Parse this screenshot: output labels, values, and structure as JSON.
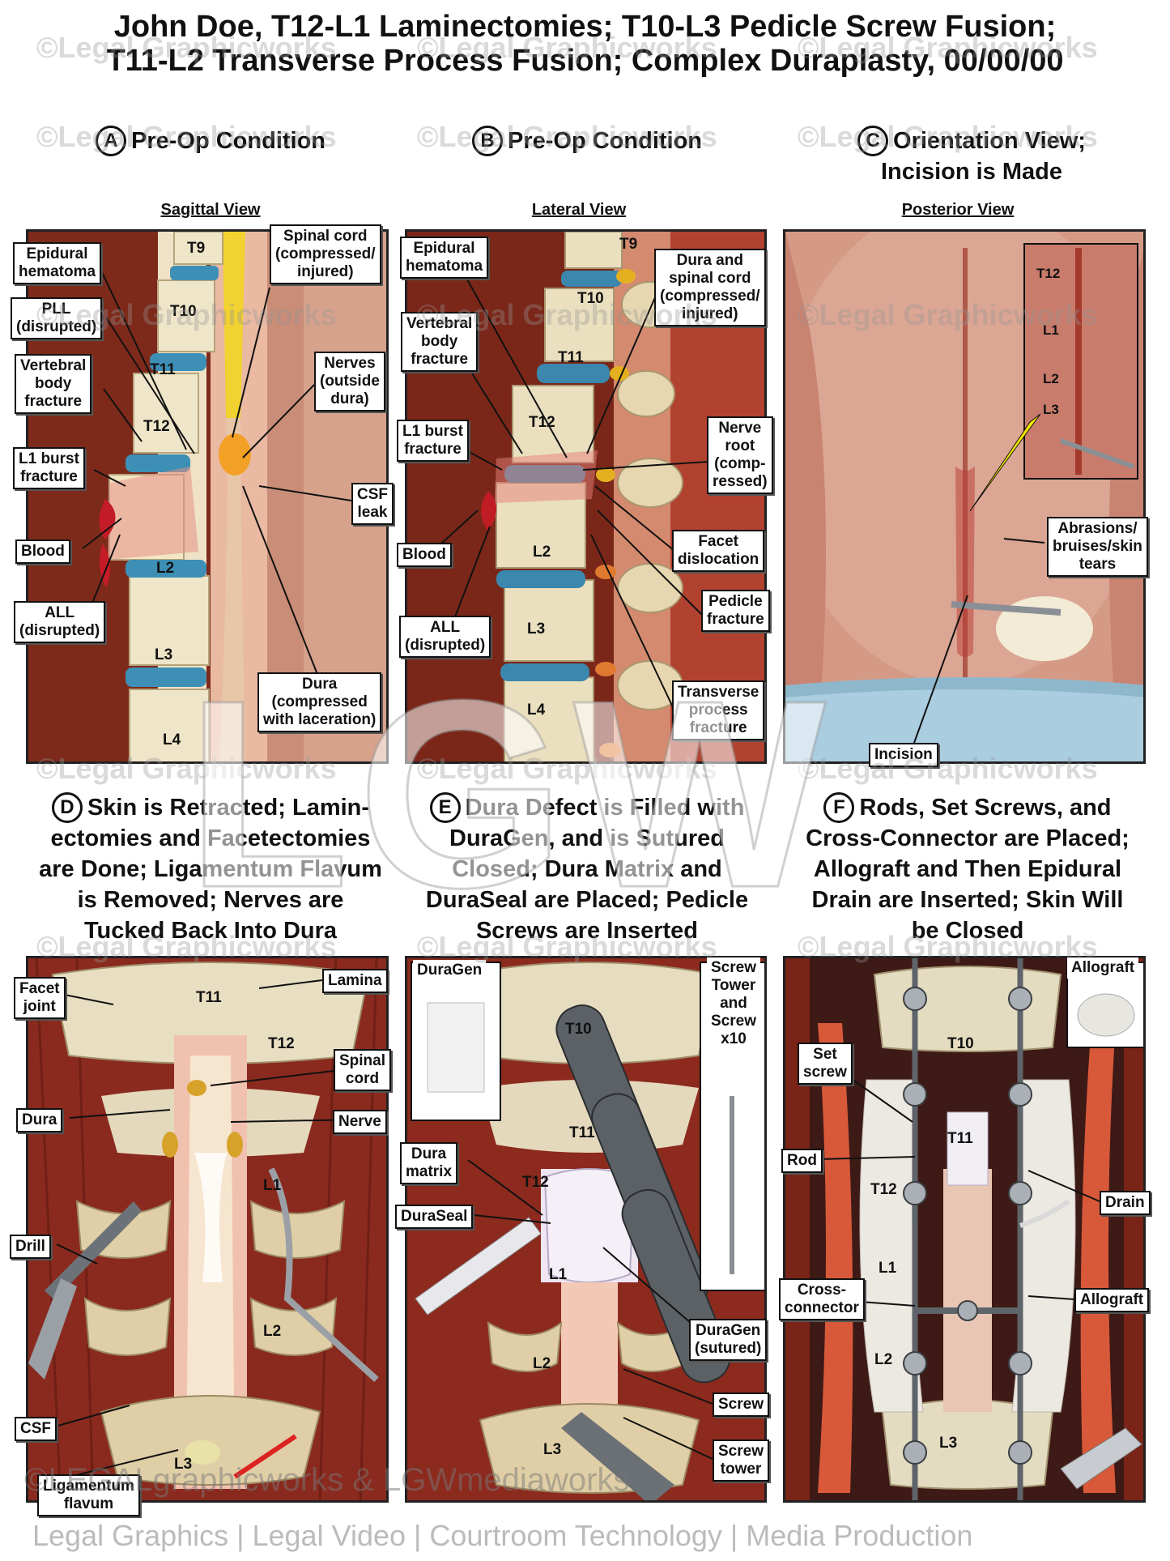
{
  "title": {
    "line1": "John Doe, T12-L1 Laminectomies; T10-L3 Pedicle Screw Fusion;",
    "line2": "T11-L2 Transverse Process Fusion; Complex Duraplasty, 00/00/00"
  },
  "watermark": {
    "text": "©Legal Graphicworks",
    "big": "LGW",
    "footer1": "©LEGALgraphicworks & LGWmediaworks",
    "footer2": "Legal Graphics | Legal Video | Courtroom Technology | Media Production"
  },
  "panels": {
    "a": {
      "letter": "A",
      "heading": "Pre-Op Condition",
      "view": "Sagittal View",
      "labels": {
        "epidural": "Epidural\nhematoma",
        "pll": "PLL\n(disrupted)",
        "vbf": "Vertebral\nbody\nfracture",
        "l1burst": "L1 burst\nfracture",
        "blood": "Blood",
        "all": "ALL\n(disrupted)",
        "spinalcord": "Spinal cord\n(compressed/\ninjured)",
        "nerves": "Nerves\n(outside\ndura)",
        "csf": "CSF\nleak",
        "dura": "Dura\n(compressed\nwith laceration)"
      },
      "vertebrae": [
        "T9",
        "T10",
        "T11",
        "T12",
        "L2",
        "L3",
        "L4"
      ]
    },
    "b": {
      "letter": "B",
      "heading": "Pre-Op Condition",
      "view": "Lateral View",
      "labels": {
        "epidural": "Epidural\nhematoma",
        "vbf": "Vertebral\nbody\nfracture",
        "l1burst": "L1 burst\nfracture",
        "blood": "Blood",
        "all": "ALL\n(disrupted)",
        "duracord": "Dura and\nspinal cord\n(compressed/\ninjured)",
        "nerveroot": "Nerve\nroot\n(comp-\nressed)",
        "facet": "Facet\ndislocation",
        "pedicle": "Pedicle\nfracture",
        "tp": "Transverse\nprocess\nfracture"
      },
      "vertebrae": [
        "T9",
        "T10",
        "T11",
        "T12",
        "L2",
        "L3",
        "L4"
      ]
    },
    "c": {
      "letter": "C",
      "heading": "Orientation View;",
      "heading2": "Incision is Made",
      "view": "Posterior View",
      "labels": {
        "abrasions": "Abrasions/\nbruises/skin\ntears",
        "incision": "Incision"
      },
      "inset": [
        "T12",
        "L1",
        "L2",
        "L3"
      ]
    },
    "d": {
      "letter": "D",
      "heading_lines": [
        "Skin is Retracted; Lamin-",
        "ectomies and Facetectomies",
        "are Done; Ligamentum Flavum",
        "is Removed; Nerves are",
        "Tucked Back Into Dura"
      ],
      "labels": {
        "facet": "Facet\njoint",
        "lamina": "Lamina",
        "spinalcord": "Spinal\ncord",
        "dura": "Dura",
        "nerve": "Nerve",
        "drill": "Drill",
        "csf": "CSF",
        "lig": "Ligamentum\nflavum"
      },
      "vertebrae": [
        "T11",
        "T12",
        "L1",
        "L2",
        "L3"
      ]
    },
    "e": {
      "letter": "E",
      "heading_lines": [
        "Dura Defect is Filled with",
        "DuraGen, and is Sutured",
        "Closed; Dura Matrix and",
        "DuraSeal are Placed; Pedicle",
        "Screws are Inserted"
      ],
      "labels": {
        "duragen": "DuraGen",
        "tower": "Screw\nTower\nand\nScrew\nx10",
        "matrix": "Dura\nmatrix",
        "duraseal": "DuraSeal",
        "sutured": "DuraGen\n(sutured)",
        "screw": "Screw",
        "screwtower": "Screw\ntower"
      },
      "vertebrae": [
        "T10",
        "T11",
        "T12",
        "L1",
        "L2",
        "L3"
      ]
    },
    "f": {
      "letter": "F",
      "heading_lines": [
        "Rods, Set Screws, and",
        "Cross-Connector are Placed;",
        "Allograft and Then Epidural",
        "Drain are Inserted; Skin Will",
        "be Closed"
      ],
      "labels": {
        "allograft_top": "Allograft",
        "setscrew": "Set\nscrew",
        "rod": "Rod",
        "drain": "Drain",
        "cross": "Cross-\nconnector",
        "allograft": "Allograft"
      },
      "vertebrae": [
        "T10",
        "T11",
        "T12",
        "L1",
        "L2",
        "L3"
      ]
    }
  },
  "colors": {
    "muscle": "#8e2a1e",
    "bone": "#e6dcc0",
    "disc": "#3c88b0",
    "cord": "#f0d23a",
    "dura": "#f2b8a8",
    "skin": "#d99a86",
    "drape": "#a8cde0",
    "metal": "#9aa0a6"
  }
}
